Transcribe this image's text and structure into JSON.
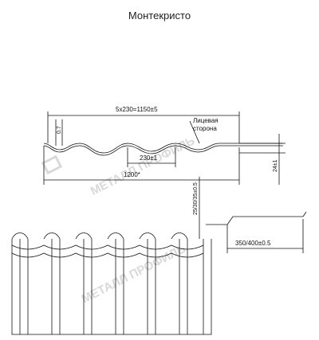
{
  "title": "Монтекристо",
  "watermark": "МЕТАЛЛ ПРОФИЛЬ",
  "profile_section": {
    "total_width_label": "5x230=1150±5",
    "step_label": "230±1",
    "full_width_label": "1200*",
    "thickness_label": "0.7",
    "height_label": "24±1",
    "face_side_line1": "Лицевая",
    "face_side_line2": "сторона"
  },
  "step_section": {
    "step_height_label": "25/30/35±0.5",
    "step_length_label": "350/400±0.5"
  },
  "colors": {
    "line": "#111111",
    "watermark": "#d9d9d9"
  }
}
